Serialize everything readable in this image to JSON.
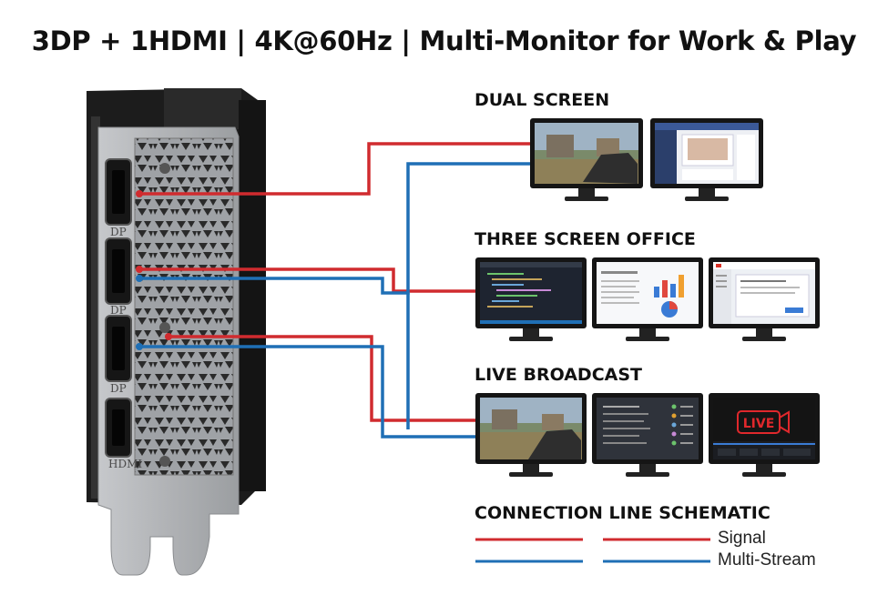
{
  "title": "3DP + 1HDMI | 4K@60Hz | Multi-Monitor for Work & Play",
  "ports": [
    "DP",
    "DP",
    "DP",
    "HDMI"
  ],
  "sections": [
    {
      "id": "dual",
      "label": "DUAL SCREEN",
      "screens": [
        "game-screen",
        "social-feed-screen"
      ]
    },
    {
      "id": "three",
      "label": "THREE SCREEN OFFICE",
      "screens": [
        "code-editor-screen",
        "charts-document-screen",
        "email-screen"
      ]
    },
    {
      "id": "live",
      "label": "LIVE BROADCAST",
      "screens": [
        "game-screen",
        "chat-screen",
        "live-stream-screen"
      ]
    }
  ],
  "live_badge": "LIVE",
  "legend": {
    "title": "CONNECTION LINE SCHEMATIC",
    "items": [
      {
        "label": "Signal",
        "color": "#d02b2f"
      },
      {
        "label": "Multi-Stream",
        "color": "#1f6fb5"
      }
    ]
  },
  "colors": {
    "signal": "#d02b2f",
    "multistream": "#1f6fb5",
    "bracket": "#b4b6b9",
    "card": "#1e1e1e"
  }
}
